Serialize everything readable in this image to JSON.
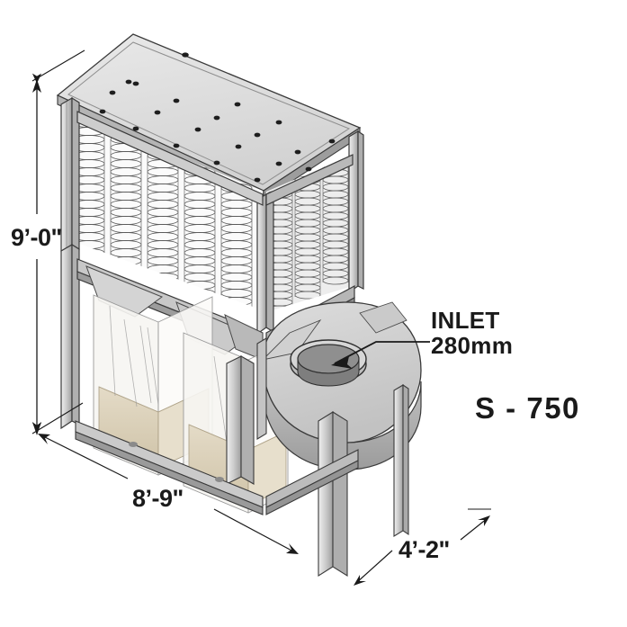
{
  "drawing": {
    "title": "Dust Collector Isometric Dimension Drawing",
    "background_color": "#ffffff",
    "line_color": "#1a1a1a",
    "metal_light": "#e4e4e4",
    "metal_mid": "#cfcfcf",
    "metal_dark": "#a8a8a8",
    "metal_shadow": "#8d8d8d",
    "dust_color": "#ddd2ba",
    "bag_color": "#f4f2ee",
    "perforation_color": "#1e1e1e"
  },
  "dimensions": {
    "height": {
      "label": "9’-0\"",
      "name": "overall-height"
    },
    "width": {
      "label": "8’-9\"",
      "name": "overall-width"
    },
    "depth": {
      "label": "4’-2\"",
      "name": "overall-depth"
    }
  },
  "callouts": {
    "inlet": {
      "line1": "INLET",
      "line2": "280mm"
    }
  },
  "model": {
    "number": "S - 750"
  },
  "components": {
    "top_panel": "perforated-top-panel",
    "filter_cartridges_front": 5,
    "filter_cartridges_side": 3,
    "collection_bags": 2,
    "blower_housing": "scroll-blower-housing",
    "inlet_ring": "circular-inlet-collar",
    "legs": 4
  }
}
